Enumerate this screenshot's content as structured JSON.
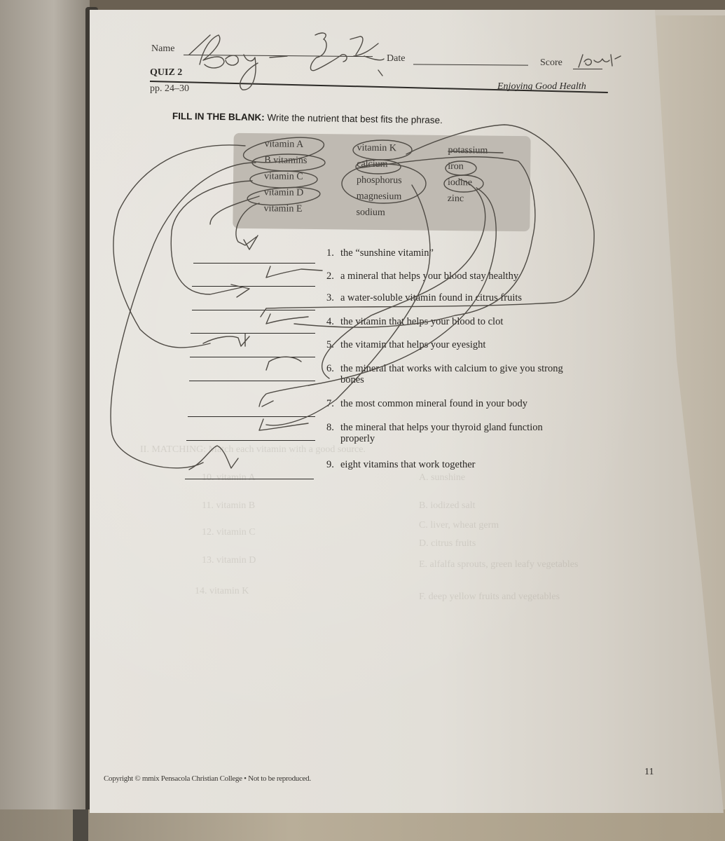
{
  "header": {
    "name_label": "Name",
    "name_value": "Boy-Zo Z",
    "date_label": "Date",
    "score_label": "Score",
    "score_value": "lenk",
    "quiz_title": "QUIZ 2",
    "pages": "pp. 24–30",
    "book_title": "Enjoying Good Health"
  },
  "instructions": {
    "heading": "FILL IN THE BLANK:",
    "text": " Write the nutrient that best fits the phrase."
  },
  "word_bank": {
    "columns": [
      [
        "vitamin A",
        "B vitamins",
        "vitamin C",
        "vitamin D",
        "vitamin E"
      ],
      [
        "vitamin K",
        "calcium",
        "phosphorus",
        "magnesium",
        "sodium"
      ],
      [
        "potassium",
        "iron",
        "iodine",
        "zinc"
      ]
    ]
  },
  "questions": [
    {
      "num": "1.",
      "text": "the “sunshine vitamin”",
      "answer": ""
    },
    {
      "num": "2.",
      "text": "a mineral that helps your blood stay healthy",
      "answer": ""
    },
    {
      "num": "3.",
      "text": "a water-soluble vitamin found in citrus fruits",
      "answer": ""
    },
    {
      "num": "4.",
      "text": "the vitamin that helps your blood to clot",
      "answer": ""
    },
    {
      "num": "5.",
      "text": "the vitamin that helps your eyesight",
      "answer": ""
    },
    {
      "num": "6.",
      "text": "the mineral that works with calcium to give you strong",
      "text2": "bones",
      "answer": ""
    },
    {
      "num": "7.",
      "text": "the most common mineral found in your body",
      "answer": ""
    },
    {
      "num": "8.",
      "text": "the mineral that helps your thyroid gland function",
      "text2": "properly",
      "answer": ""
    },
    {
      "num": "9.",
      "text": "eight vitamins that work together",
      "answer": ""
    }
  ],
  "bleed_through": {
    "section": "II. MATCHING: Match each vitamin with a good source.",
    "left": [
      "10. vitamin A",
      "11. vitamin B",
      "12. vitamin C",
      "13. vitamin D",
      "14. vitamin K"
    ],
    "right": [
      "A. sunshine",
      "B. iodized salt",
      "C. liver, wheat germ",
      "D. citrus fruits",
      "E. alfalfa sprouts, green leafy vegetables",
      "F. deep yellow fruits and vegetables"
    ]
  },
  "footer": {
    "copyright": "Copyright © mmix  Pensacola Christian College • Not to be reproduced.",
    "page_number": "11"
  },
  "colors": {
    "ink": "#4a4640",
    "print": "#2c2a27",
    "paper": "#e4e1da",
    "word_bank_bg": "#bfbab2"
  }
}
